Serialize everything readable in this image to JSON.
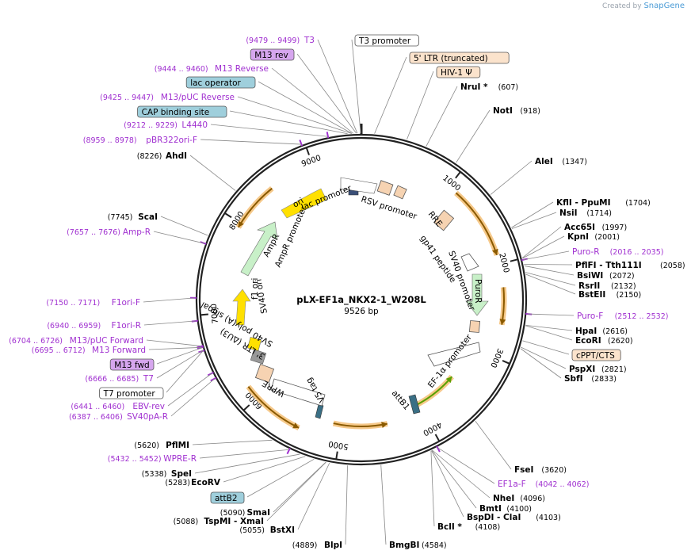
{
  "credit": {
    "prefix": "Created by",
    "brand": "SnapGene"
  },
  "center": {
    "name": "pLX-EF1a_NKX2-1_W208L",
    "length": "9526 bp"
  },
  "ticks": [
    "1000",
    "2000",
    "3000",
    "4000",
    "5000",
    "6000",
    "7000",
    "8000",
    "9000"
  ],
  "colors": {
    "enzyme": "#000000",
    "primer": "#a030d0",
    "feature_arrow": "#f6c98a",
    "lac": "#ffe000",
    "ampr": "#c8f0c8",
    "efa": "#ffffff"
  },
  "right_labels": [
    {
      "name": "NruI *",
      "pos": "(607)",
      "kind": "enzyme"
    },
    {
      "name": "NotI",
      "pos": "(918)",
      "kind": "enzyme"
    },
    {
      "name": "AleI",
      "pos": "(1347)",
      "kind": "enzyme"
    },
    {
      "name": "KflI - PpuMI",
      "pos": "(1704)",
      "kind": "enzyme"
    },
    {
      "name": "NsiI",
      "pos": "(1714)",
      "kind": "enzyme"
    },
    {
      "name": "Acc65I",
      "pos": "(1997)",
      "kind": "enzyme"
    },
    {
      "name": "KpnI",
      "pos": "(2001)",
      "kind": "enzyme"
    },
    {
      "name": "Puro-R",
      "pos": "(2016 .. 2035)",
      "kind": "primer"
    },
    {
      "name": "PflFI - Tth111I",
      "pos": "(2058)",
      "kind": "enzyme"
    },
    {
      "name": "BsiWI",
      "pos": "(2072)",
      "kind": "enzyme"
    },
    {
      "name": "RsrII",
      "pos": "(2132)",
      "kind": "enzyme"
    },
    {
      "name": "BstEII",
      "pos": "(2150)",
      "kind": "enzyme"
    },
    {
      "name": "Puro-F",
      "pos": "(2512 .. 2532)",
      "kind": "primer"
    },
    {
      "name": "HpaI",
      "pos": "(2616)",
      "kind": "enzyme"
    },
    {
      "name": "EcoRI",
      "pos": "(2620)",
      "kind": "enzyme"
    },
    {
      "name": "cPPT/CTS",
      "pos": "",
      "kind": "feature"
    },
    {
      "name": "PspXI",
      "pos": "(2821)",
      "kind": "enzyme"
    },
    {
      "name": "SbfI",
      "pos": "(2833)",
      "kind": "enzyme"
    },
    {
      "name": "FseI",
      "pos": "(3620)",
      "kind": "enzyme"
    },
    {
      "name": "EF1a-F",
      "pos": "(4042 .. 4062)",
      "kind": "primer"
    },
    {
      "name": "NheI",
      "pos": "(4096)",
      "kind": "enzyme"
    },
    {
      "name": "BmtI",
      "pos": "(4100)",
      "kind": "enzyme"
    },
    {
      "name": "BspDI - ClaI",
      "pos": "(4103)",
      "kind": "enzyme"
    },
    {
      "name": "BclI *",
      "pos": "(4108)",
      "kind": "enzyme"
    },
    {
      "name": "BmgBI",
      "pos": "(4584)",
      "kind": "enzyme"
    }
  ],
  "top_labels": [
    {
      "name": "T3 promoter",
      "kind": "box-white"
    },
    {
      "name": "5' LTR (truncated)",
      "kind": "box-orange"
    },
    {
      "name": "HIV-1 Ψ",
      "kind": "box-orange"
    }
  ],
  "left_labels": [
    {
      "name": "T3",
      "pos": "(9479 .. 9499)",
      "kind": "primer"
    },
    {
      "name": "M13 rev",
      "pos": "",
      "kind": "box-purple"
    },
    {
      "name": "M13 Reverse",
      "pos": "(9444 .. 9460)",
      "kind": "primer"
    },
    {
      "name": "lac operator",
      "pos": "",
      "kind": "box-blue"
    },
    {
      "name": "M13/pUC Reverse",
      "pos": "(9425 .. 9447)",
      "kind": "primer"
    },
    {
      "name": "CAP binding site",
      "pos": "",
      "kind": "box-blue"
    },
    {
      "name": "L4440",
      "pos": "(9212 .. 9229)",
      "kind": "primer"
    },
    {
      "name": "pBR322ori-F",
      "pos": "(8959 .. 8978)",
      "kind": "primer"
    },
    {
      "name": "AhdI",
      "pos": "(8226)",
      "kind": "enzyme"
    },
    {
      "name": "ScaI",
      "pos": "(7745)",
      "kind": "enzyme"
    },
    {
      "name": "Amp-R",
      "pos": "(7657 .. 7676)",
      "kind": "primer"
    },
    {
      "name": "F1ori-F",
      "pos": "(7150 .. 7171)",
      "kind": "primer"
    },
    {
      "name": "F1ori-R",
      "pos": "(6940 .. 6959)",
      "kind": "primer"
    },
    {
      "name": "M13/pUC Forward",
      "pos": "(6704 .. 6726)",
      "kind": "primer"
    },
    {
      "name": "M13 Forward",
      "pos": "(6695 .. 6712)",
      "kind": "primer"
    },
    {
      "name": "M13 fwd",
      "pos": "",
      "kind": "box-purple"
    },
    {
      "name": "T7",
      "pos": "(6666 .. 6685)",
      "kind": "primer"
    },
    {
      "name": "T7 promoter",
      "pos": "",
      "kind": "box-white"
    },
    {
      "name": "EBV-rev",
      "pos": "(6441 .. 6460)",
      "kind": "primer"
    },
    {
      "name": "SV40pA-R",
      "pos": "(6387 .. 6406)",
      "kind": "primer"
    },
    {
      "name": "PflMI",
      "pos": "(5620)",
      "kind": "enzyme"
    },
    {
      "name": "WPRE-R",
      "pos": "(5432 .. 5452)",
      "kind": "primer"
    },
    {
      "name": "SpeI",
      "pos": "(5338)",
      "kind": "enzyme"
    },
    {
      "name": "EcoRV",
      "pos": "(5283)",
      "kind": "enzyme"
    },
    {
      "name": "attB2",
      "pos": "",
      "kind": "box-blue"
    },
    {
      "name": "SmaI",
      "pos": "(5090)",
      "kind": "enzyme"
    },
    {
      "name": "TspMI - XmaI",
      "pos": "(5088)",
      "kind": "enzyme"
    },
    {
      "name": "BstXI",
      "pos": "(5055)",
      "kind": "enzyme"
    },
    {
      "name": "BlpI",
      "pos": "(4889)",
      "kind": "enzyme"
    }
  ],
  "inner_labels": [
    "ori",
    "lac promoter",
    "RSV promoter",
    "RRE",
    "gp41 peptide",
    "SV40 promoter",
    "PuroR",
    "AmpR",
    "AmpR promoter",
    "f1 ori",
    "SV40 ori",
    "SV40 poly(A) signal",
    "3' LTR (ΔU3)",
    "WPRE",
    "V5 tag",
    "attB1",
    "EF-1α promoter"
  ]
}
